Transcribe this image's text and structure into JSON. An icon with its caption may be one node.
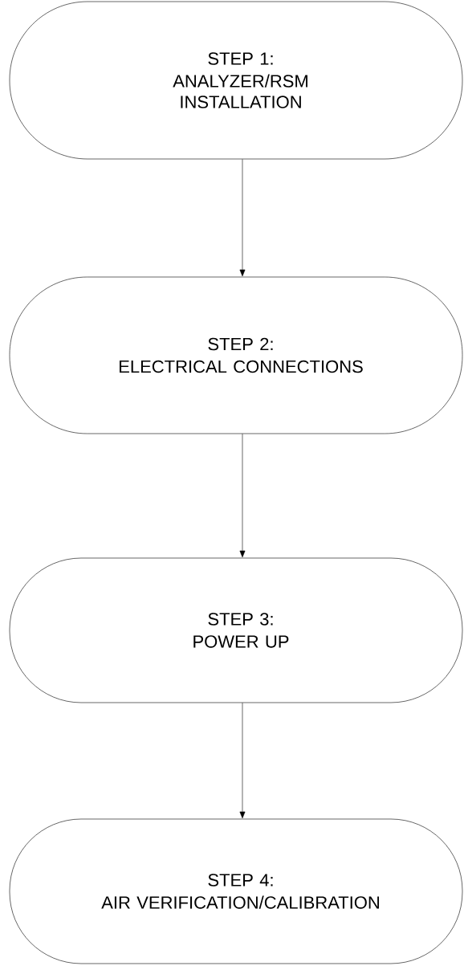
{
  "diagram": {
    "nodes": [
      {
        "text": [
          "STEP 1:",
          "ANALYZER/RSM INSTALLATION"
        ]
      },
      {
        "text": [
          "STEP 2:",
          "ELECTRICAL CONNECTIONS"
        ]
      },
      {
        "text": [
          "STEP 3:",
          "POWER UP"
        ]
      },
      {
        "text": [
          "STEP 4:",
          "AIR VERIFICATION/CALIBRATION"
        ]
      }
    ],
    "edges": [
      {
        "from": 0,
        "to": 1,
        "arrow": "to"
      },
      {
        "from": 1,
        "to": 2,
        "arrow": "to"
      },
      {
        "from": 2,
        "to": 3,
        "arrow": "to"
      }
    ]
  }
}
